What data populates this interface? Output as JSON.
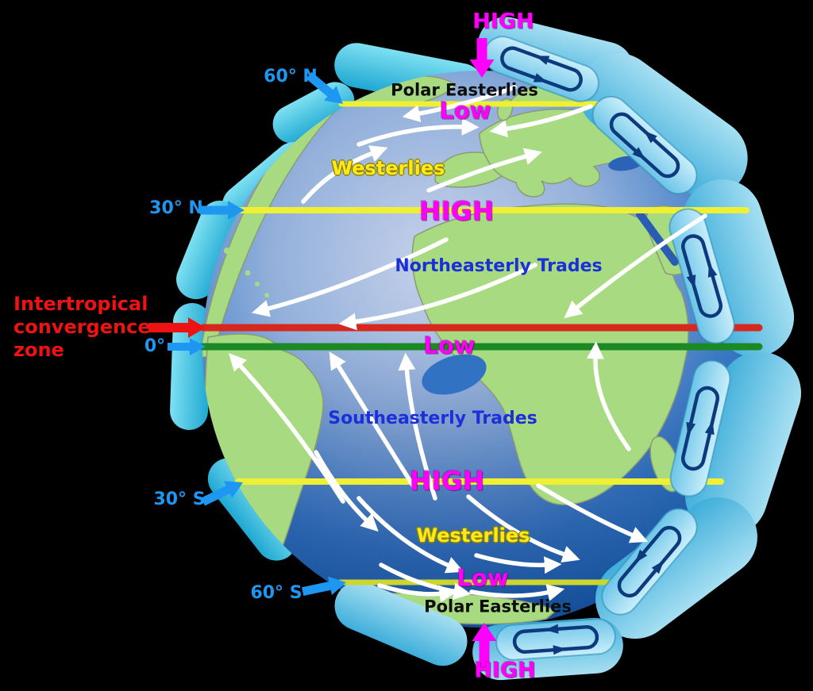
{
  "colors": {
    "background": "#000000",
    "magenta": "#FF00FA",
    "yellow_text": "#FFE81C",
    "blue_trade_text": "#1C2FD9",
    "azure_latitude_text": "#1E97F2",
    "red_itcz_text": "#EE1212",
    "yellow_latitude_line": "#EFF033",
    "red_itcz_line": "#D7281E",
    "green_equator_line": "#1C8A24",
    "ocean_light": "#C6D2EA",
    "ocean_deep": "#1160B2",
    "land_green": "#A8DA82",
    "cell_teal": "#2FB9DE",
    "cell_light_blue": "#9FDCF2",
    "cell_arrow_navy": "#0D3A7C",
    "wind_arrow_white": "#FFFFFF"
  },
  "pressure_labels": {
    "polar_high_north": "HIGH",
    "subpolar_low_north": "Low",
    "subtropical_high_north": "HIGH",
    "equatorial_low": "Low",
    "subtropical_high_south": "HIGH",
    "subpolar_low_south": "Low",
    "polar_high_south": "HIGH"
  },
  "wind_labels": {
    "polar_easterlies_north": "Polar Easterlies",
    "westerlies_north": "Westerlies",
    "northeasterly_trades": "Northeasterly Trades",
    "southeasterly_trades": "Southeasterly Trades",
    "westerlies_south": "Westerlies",
    "polar_easterlies_south": "Polar Easterlies"
  },
  "latitude_labels": {
    "lat_60n": "60° N",
    "lat_30n": "30° N",
    "equator": "0°",
    "lat_30s": "30° S",
    "lat_60s": "60° S"
  },
  "itcz": {
    "line1": "Intertropical",
    "line2": "convergence",
    "line3": "zone"
  }
}
